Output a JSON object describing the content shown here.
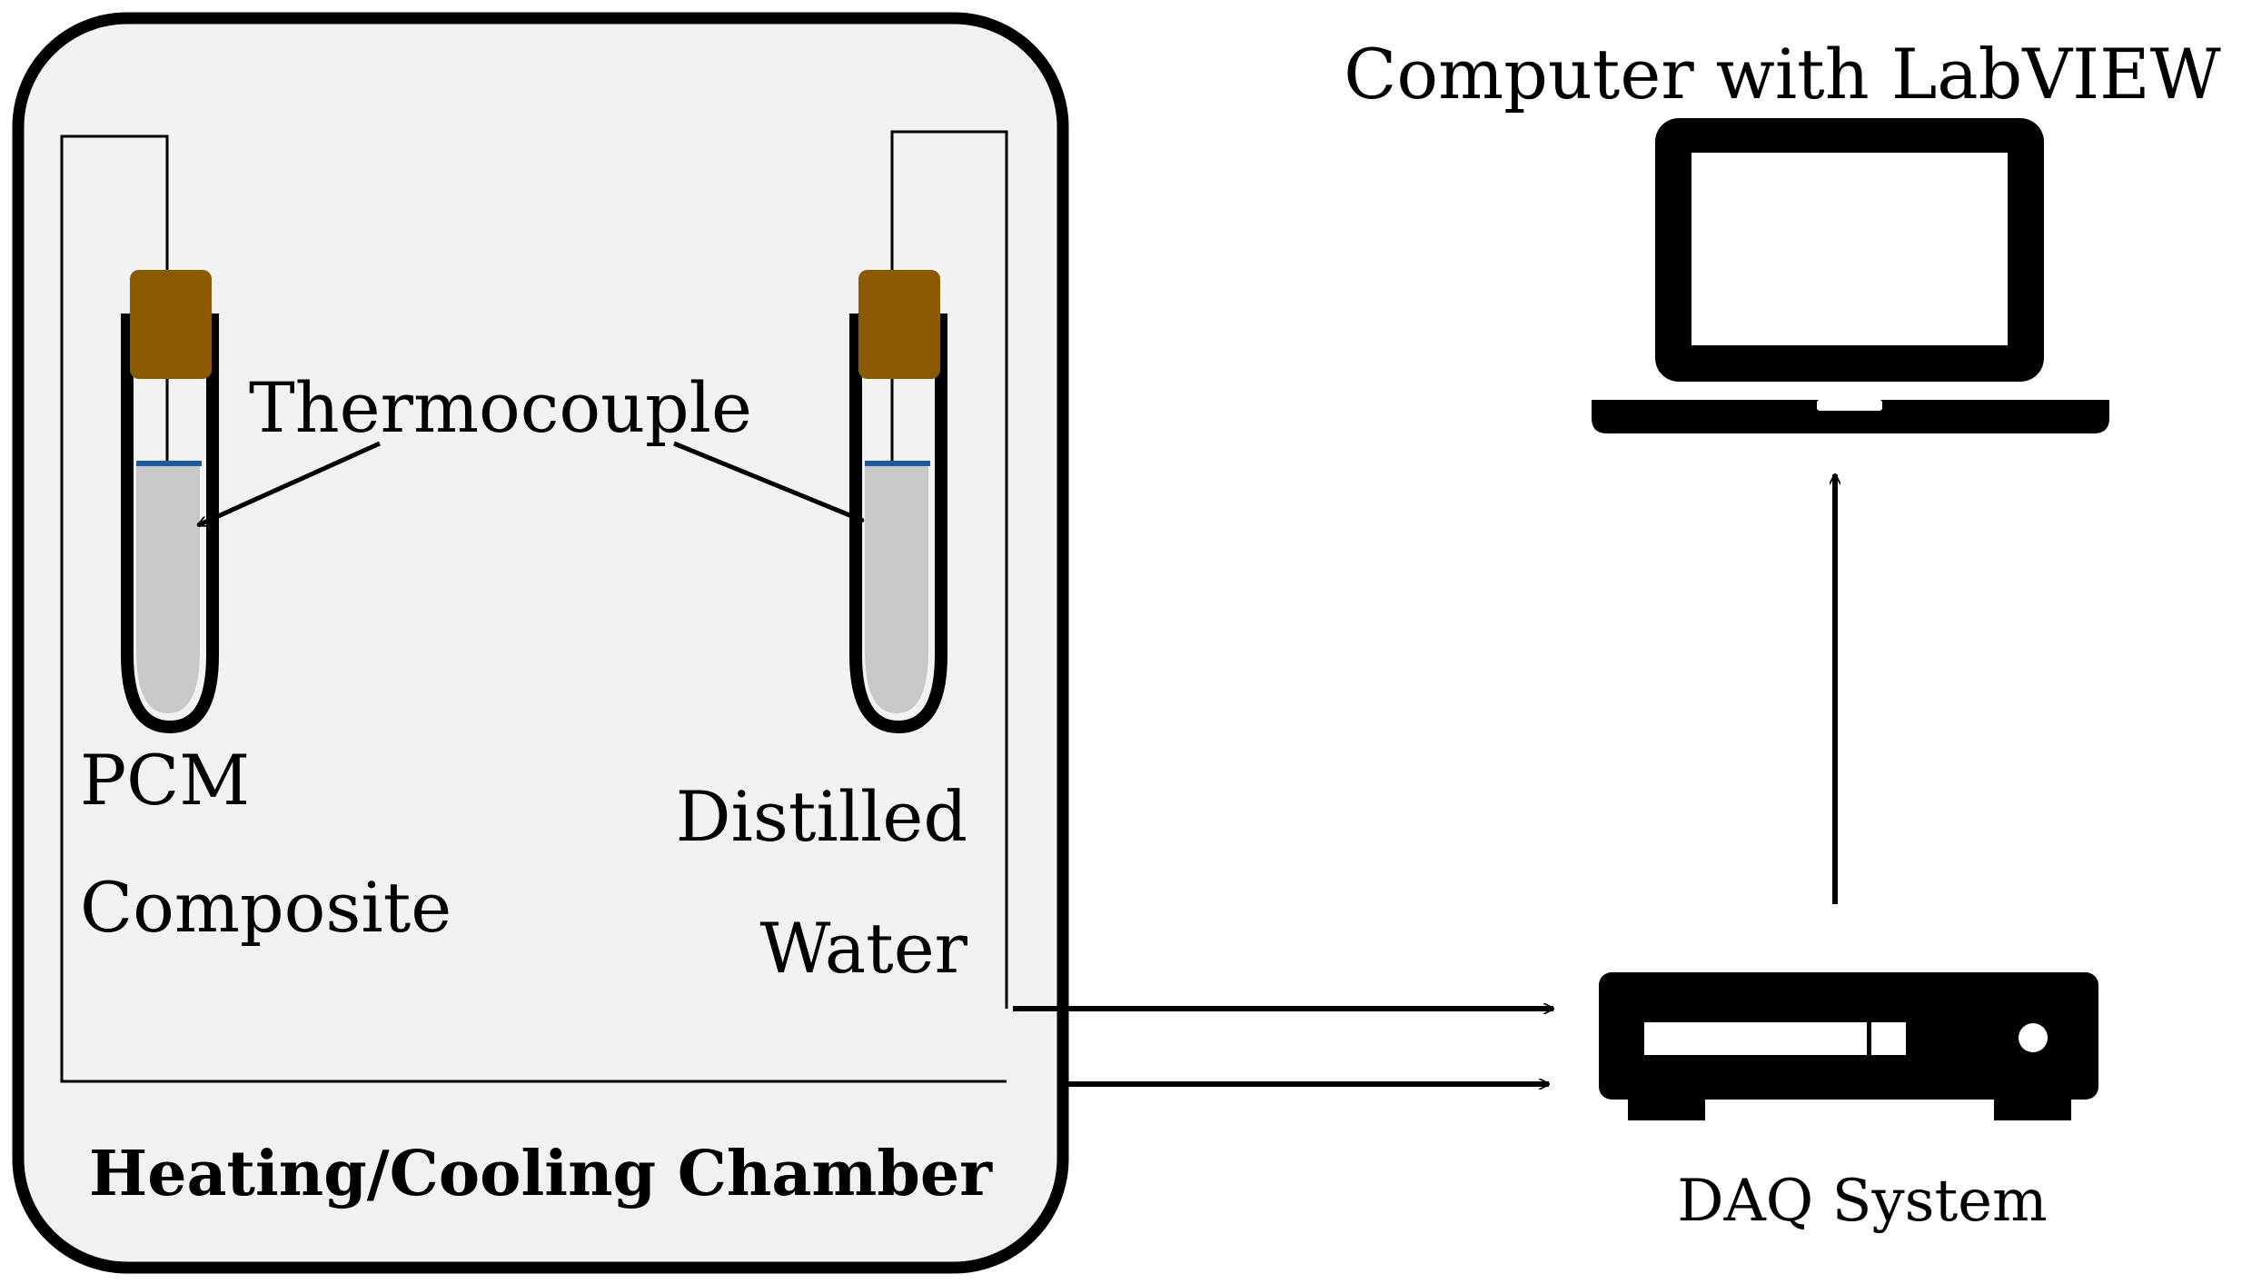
{
  "labels": {
    "computer": "Computer with LabVIEW",
    "thermocouple": "Thermocouple",
    "pcm_line1": "PCM",
    "pcm_line2": "Composite",
    "water_line1": "Distilled",
    "water_line2": "Water",
    "chamber": "Heating/Cooling Chamber",
    "daq": "DAQ System"
  },
  "colors": {
    "chamber_fill": "#f2f2f2",
    "stopper": "#8b5a00",
    "liquid": "#c8c8c8",
    "meniscus": "#1f5aa0",
    "outline": "#000000"
  },
  "icons": [
    "laptop-icon",
    "daq-device-icon"
  ]
}
